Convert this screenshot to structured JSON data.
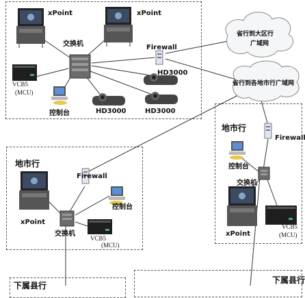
{
  "hq": {
    "xpoint_left": "xPoint",
    "xpoint_right": "xPoint",
    "switch": "交换机",
    "vcb5": "VCB5",
    "mcu": "(MCU)",
    "console": "控制台",
    "hd3000_top": "HD3000",
    "hd3000_bottom_left": "HD3000",
    "hd3000_bottom_right": "HD3000",
    "firewall": "Firewall"
  },
  "clouds": {
    "upper": [
      "省行到大区行",
      "广域网"
    ],
    "lower": "省行到各地市行广域网"
  },
  "branch_left": {
    "title": "地市行",
    "firewall": "Firewall",
    "console": "控制台",
    "xpoint": "xPoint",
    "switch": "交换机",
    "vcb5": "VCB5",
    "mcu": "(MCU)"
  },
  "branch_right": {
    "title": "地市行",
    "firewall": "Firewall",
    "console": "控制台",
    "switch": "交换机",
    "xpoint": "xPoint",
    "vcb5": "VCB5",
    "mcu": "(MCU)"
  },
  "county": {
    "left_title": "下属县行",
    "right_title": "下属县行"
  }
}
